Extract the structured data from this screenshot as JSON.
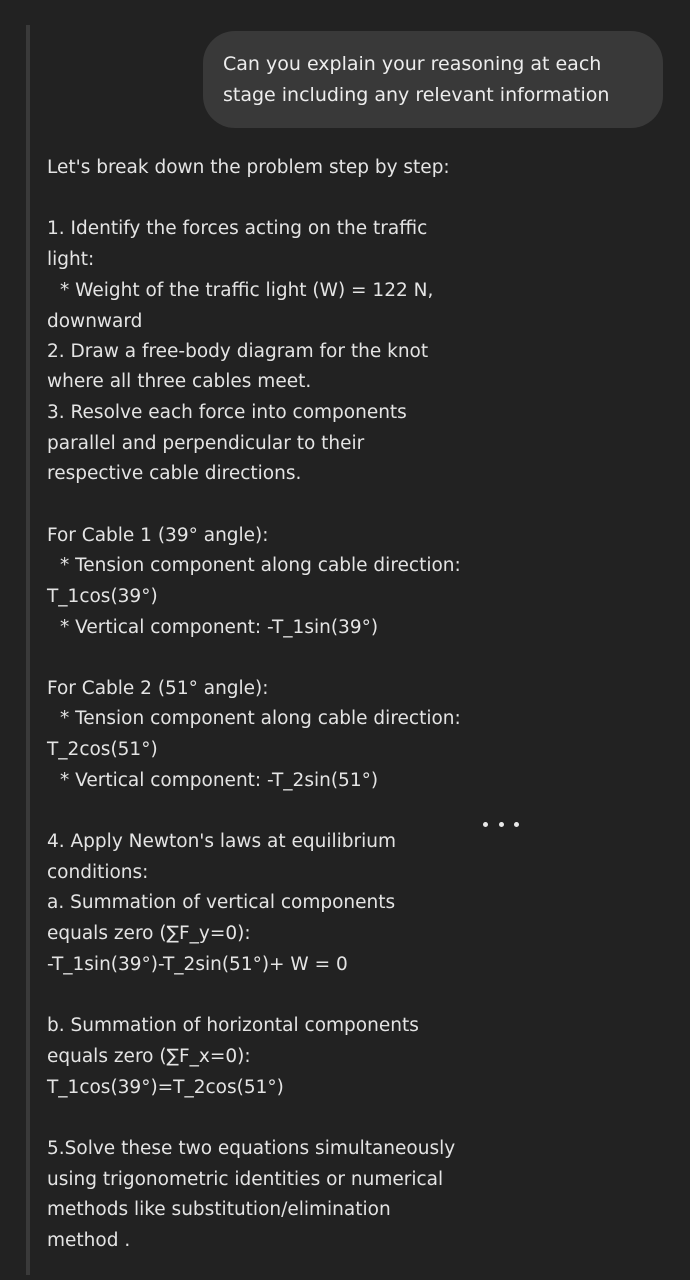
{
  "user_message": {
    "lines": [
      "Can you explain your reasoning at each",
      "stage including any relevant information"
    ]
  },
  "response": {
    "lines": [
      "Let's break down the problem step by step:",
      "1. Identify the forces acting on the traffic",
      "light:",
      "* Weight of the traffic light (W) = 122 N,",
      "downward",
      "2. Draw a free-body diagram for the knot",
      "where all three cables meet.",
      "3. Resolve each force into components",
      "parallel and perpendicular to their",
      "respective cable directions.",
      "For Cable 1 (39° angle):",
      "* Tension component along cable direction:",
      "T_1cos(39°)",
      "* Vertical component: -T_1sin(39°)",
      "For Cable 2 (51° angle):",
      "* Tension component along cable direction:",
      "T_2cos(51°)",
      "* Vertical component: -T_2sin(51°)",
      "4. Apply Newton's laws at equilibrium",
      "conditions:",
      "a. Summation of vertical components",
      "equals zero (∑F_y=0):",
      "-T_1sin(39°)-T_2sin(51°)+ W = 0",
      "b. Summation of horizontal components",
      "equals zero (∑F_x=0):",
      "T_1cos(39°)=T_2cos(51°)",
      "5.Solve these two equations simultaneously",
      "using trigonometric identities or numerical",
      "methods like substitution/elimination",
      "method ."
    ]
  },
  "more_icon": "more-horizontal-icon",
  "colors": {
    "background": "#222222",
    "bubble": "#393939",
    "text": "#e4e4e4"
  }
}
